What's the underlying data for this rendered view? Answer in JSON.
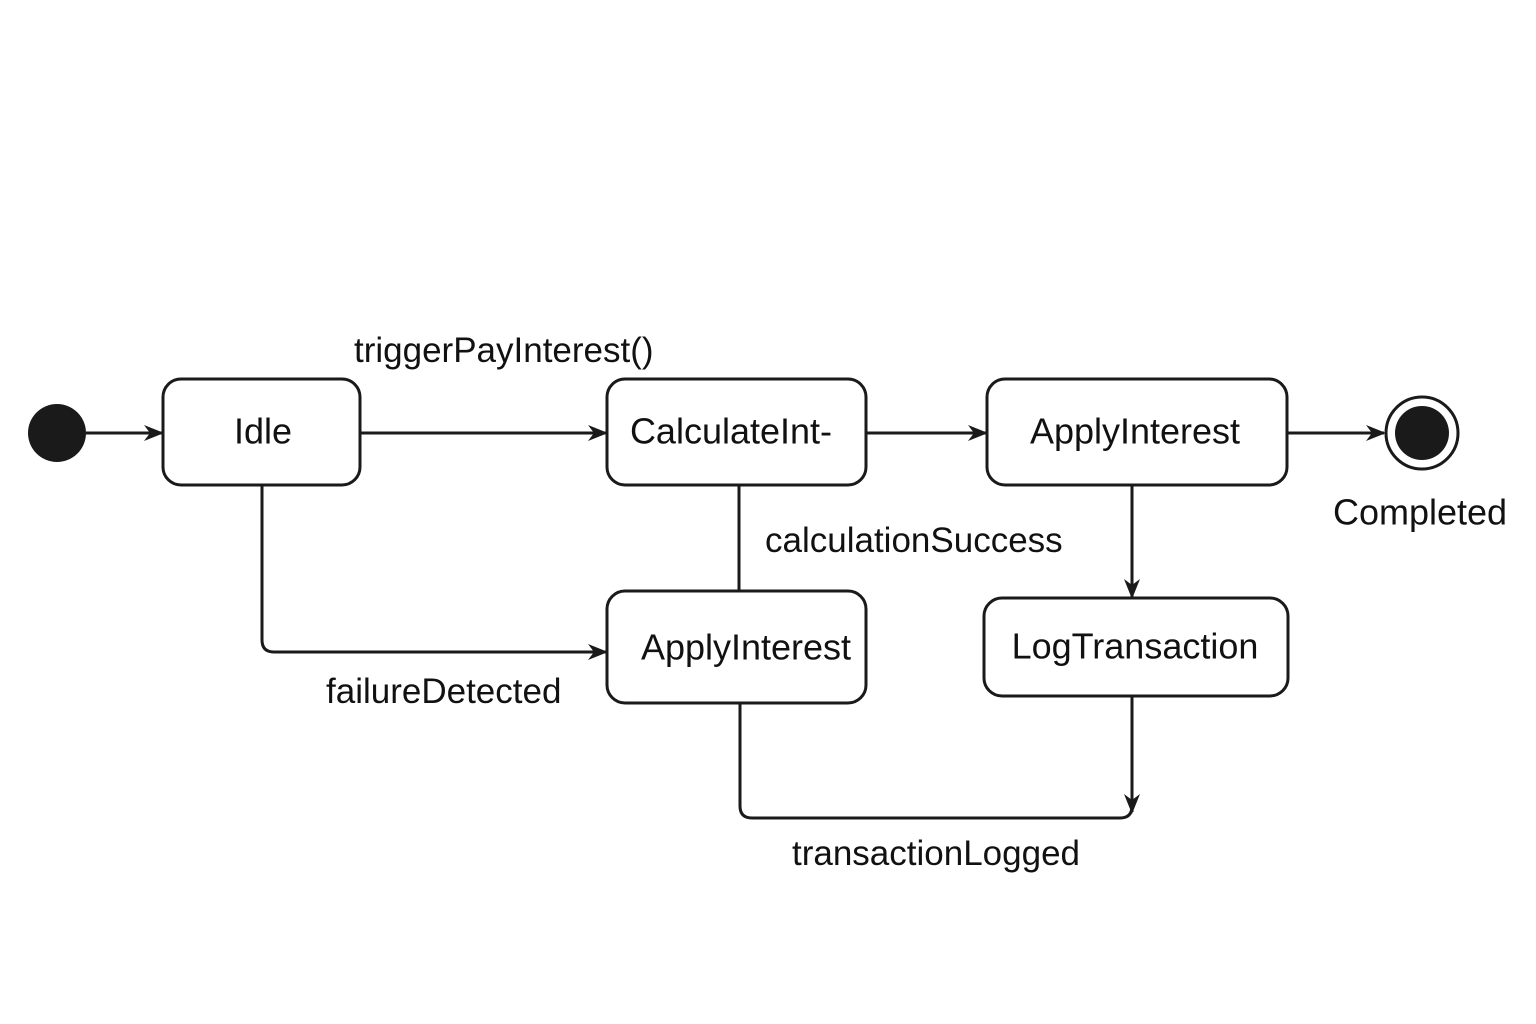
{
  "states": {
    "idle": "Idle",
    "calculate": "CalculateInt-",
    "apply_top": "ApplyInterest",
    "apply_bottom": "ApplyInterest",
    "log": "LogTransaction"
  },
  "final_state_label": "Completed",
  "transitions": {
    "trigger": "triggerPayInterest()",
    "calc_success": "calculationSuccess",
    "failure": "failureDetected",
    "logged": "transactionLogged"
  },
  "colors": {
    "stroke": "#1a1a1a",
    "background": "#ffffff"
  }
}
